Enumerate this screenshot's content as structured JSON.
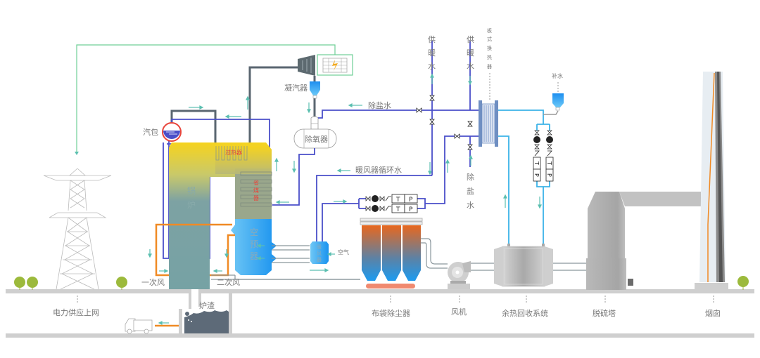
{
  "labels": {
    "drum": "汽包",
    "boiler_1": "锅",
    "boiler_2": "炉",
    "superheater": "过热器",
    "economizer_1": "省",
    "economizer_2": "煤",
    "economizer_3": "器",
    "air_preheater_1": "空",
    "air_preheater_2": "预",
    "air_preheater_3": "器",
    "air_heater_1": "暖",
    "air_heater_2": "风",
    "air_heater_3": "器",
    "air_in": "空气",
    "condenser": "凝汽器",
    "deaerator": "除氧器",
    "desalted_water_top": "除盐水",
    "heater_circ_water": "暖风器循环水",
    "heating_water_1": [
      "供",
      "暖",
      "水"
    ],
    "heating_water_2": [
      "供",
      "暖",
      "水"
    ],
    "plate_hx": [
      "板",
      "式",
      "换",
      "热",
      "器"
    ],
    "desalted_water_side": [
      "除",
      "盐",
      "水"
    ],
    "makeup_water": "补水",
    "primary_air": "一次风",
    "secondary_air": "二次风",
    "slag": "炉渣",
    "pump_t": "T",
    "pump_p": "P"
  },
  "bottom_labels": {
    "grid": "电力供应上网",
    "bag_filter": "布袋除尘器",
    "fan": "风机",
    "heat_recovery": "余热回收系统",
    "desulfurization": "脱硫塔",
    "chimney": "烟囱"
  },
  "colors": {
    "water_pipe": "#4a4fc9",
    "hot_pipe": "#3bb3e8",
    "steam_pipe": "#5a6670",
    "air_pipe": "#f08a24",
    "power_line": "#6fcf97",
    "arrow": "#5bbfb0",
    "ground": "#cfcfcf",
    "tree": "#9cba3c"
  }
}
